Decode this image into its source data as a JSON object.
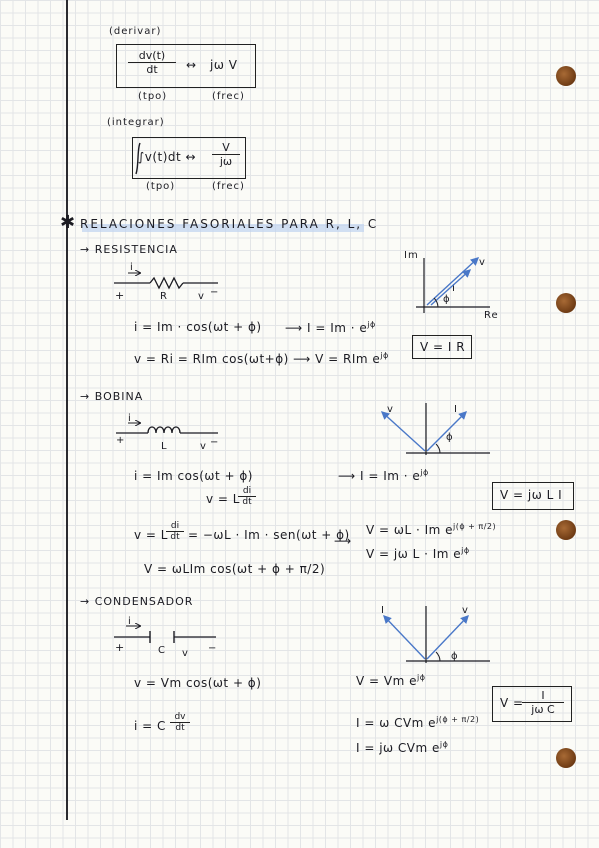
{
  "top": {
    "derivar_label": "(derivar)",
    "derivar_num": "dv(t)",
    "derivar_den": "dt",
    "derivar_arrow": "↔",
    "derivar_result": "jω V",
    "derivar_tpo": "(tpo)",
    "derivar_frec": "(frec)",
    "integrar_label": "(integrar)",
    "integrar_expr": "∫v(t)dt ↔",
    "integrar_num": "V",
    "integrar_den": "jω",
    "integrar_tpo": "(tpo)",
    "integrar_frec": "(frec)"
  },
  "section": {
    "star": "✱",
    "title": "RELACIONES FASORIALES PARA R, L, C"
  },
  "resistencia": {
    "heading": "→ RESISTENCIA",
    "i_label": "i",
    "plus": "+",
    "r_label": "R",
    "v_label": "v",
    "minus": "−",
    "eq1": "i = Im · cos(ωt + ϕ)",
    "eq1_arrow": "⟶ I = Im · e",
    "eq1_exp": "jϕ",
    "eq2": "v = Ri = RIm cos(ωt+ϕ) ⟶ V = RIm e",
    "eq2_exp": "jϕ",
    "box": "V = I R",
    "phasor_im": "Im",
    "phasor_re": "Re",
    "phasor_v": "v",
    "phasor_i": "I",
    "phasor_phi": "ϕ"
  },
  "bobina": {
    "heading": "→ BOBINA",
    "i_label": "i",
    "plus": "+",
    "l_label": "L",
    "v_label": "v",
    "minus": "−",
    "eq1": "i = Im cos(ωt + ϕ)",
    "eq1_arrow": "⟶ I = Im · e",
    "eq1_exp": "jϕ",
    "eq2_pre": "v = L",
    "eq2_num": "di",
    "eq2_den": "dt",
    "eq3_pre": "v = L",
    "eq3_num": "di",
    "eq3_den": "dt",
    "eq3_rest": "= −ωL · Im · sen(ωt + ϕ)",
    "eq4": "V = ωLIm cos(ωt + ϕ + π/2)",
    "eq5": "V = ωL · Im e",
    "eq5_exp": "j(ϕ + π/2)",
    "eq6": "V = jω L · Im e",
    "eq6_exp": "jϕ",
    "box": "V = jω L I",
    "phasor_v": "v",
    "phasor_i": "I",
    "phasor_phi": "ϕ"
  },
  "condensador": {
    "heading": "→ CONDENSADOR",
    "i_label": "i",
    "plus": "+",
    "c_label": "C",
    "v_label": "v",
    "minus": "−",
    "eq1": "v = Vm cos(ωt + ϕ)",
    "eq1_result": "V = Vm e",
    "eq1_exp": "jϕ",
    "eq2_pre": "i = C",
    "eq2_num": "dv",
    "eq2_den": "dt",
    "eq3": "I = ω CVm e",
    "eq3_exp": "j(ϕ + π/2)",
    "eq4": "I = jω CVm e",
    "eq4_exp": "jϕ",
    "box_pre": "V =",
    "box_num": "I",
    "box_den": "jω C",
    "phasor_i": "I",
    "phasor_v": "v",
    "phasor_phi": "ϕ"
  },
  "colors": {
    "ink": "#1b1b22",
    "arrow_blue": "#4a78c8",
    "highlight": "#bfd3f0",
    "hole": "#7a4418"
  }
}
